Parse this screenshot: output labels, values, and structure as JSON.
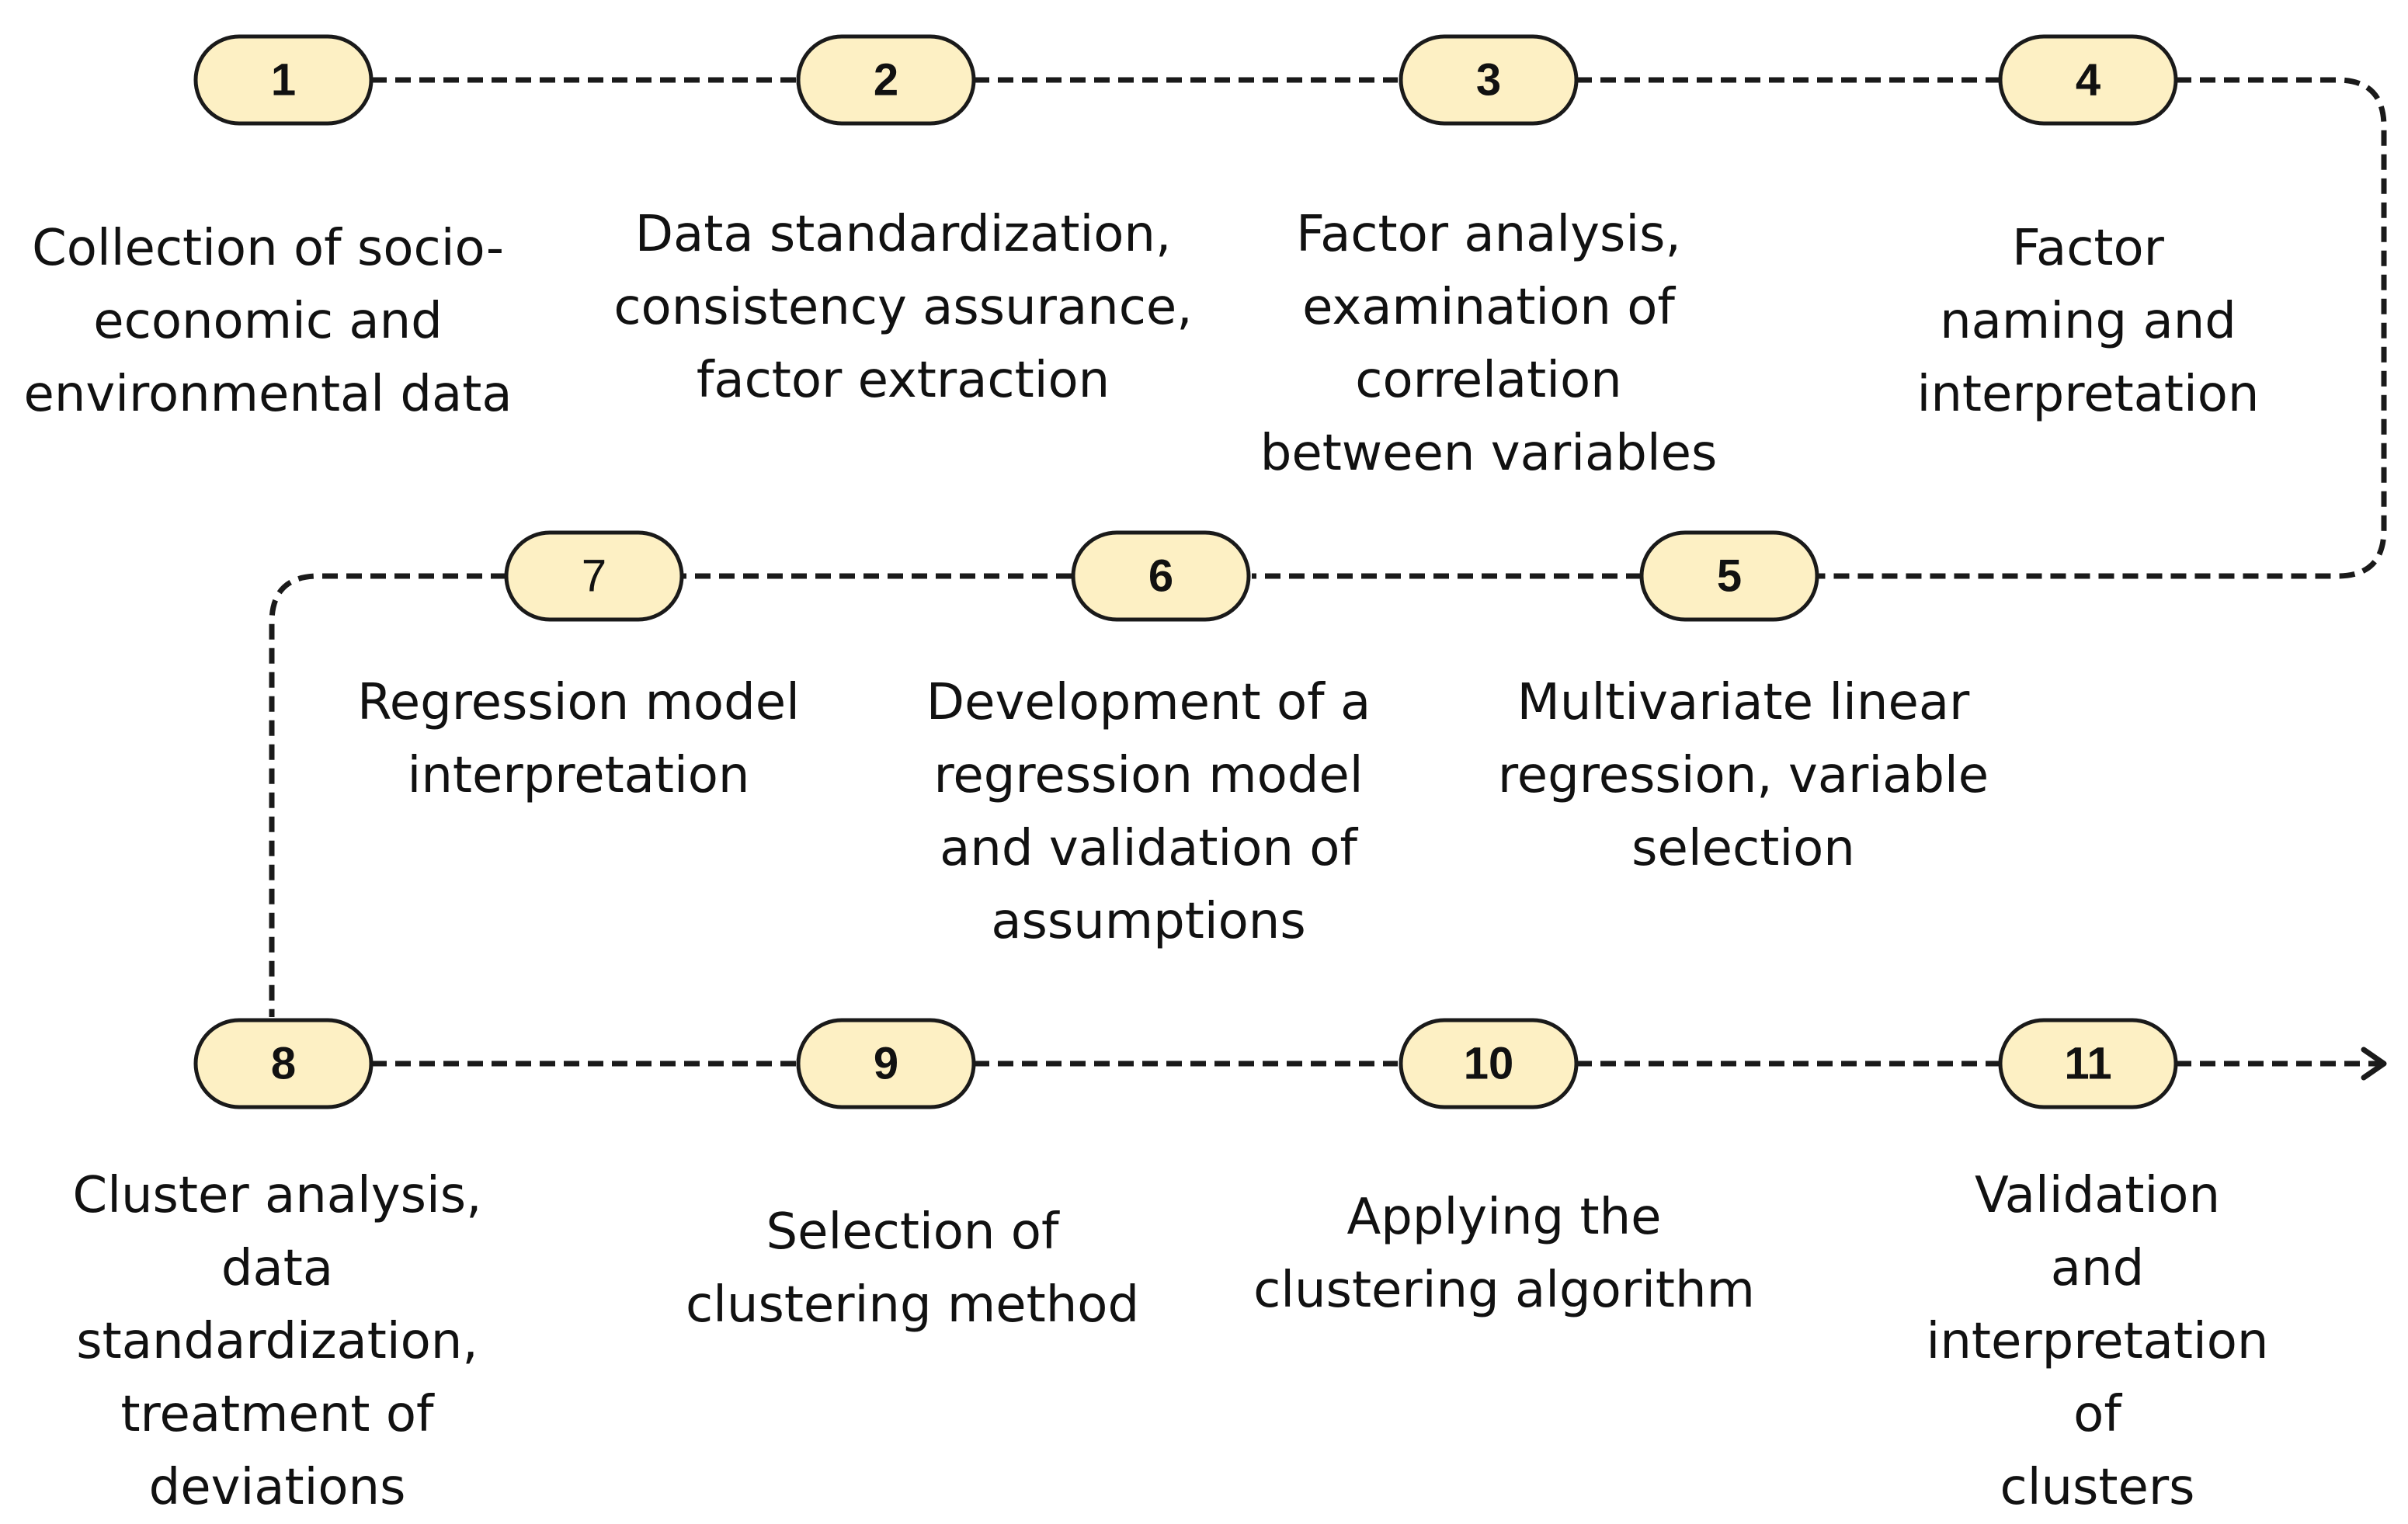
{
  "steps": [
    {
      "number": "1",
      "label": "Collection of socio-\neconomic and\nenvironmental data"
    },
    {
      "number": "2",
      "label": "Data standardization,\nconsistency assurance,\nfactor extraction"
    },
    {
      "number": "3",
      "label": "Factor analysis,\nexamination of\ncorrelation\nbetween variables"
    },
    {
      "number": "4",
      "label": "Factor naming and\ninterpretation"
    },
    {
      "number": "5",
      "label": "Multivariate linear\nregression, variable\nselection"
    },
    {
      "number": "6",
      "label": "Development of a\nregression model\nand validation of\nassumptions"
    },
    {
      "number": "7",
      "label": "Regression model\ninterpretation"
    },
    {
      "number": "8",
      "label": "Cluster analysis,\ndata\nstandardization,\ntreatment of\ndeviations"
    },
    {
      "number": "9",
      "label": "Selection of\nclustering method"
    },
    {
      "number": "10",
      "label": "Applying the\nclustering algorithm"
    },
    {
      "number": "11",
      "label": "Validation and\ninterpretation of\nclusters"
    }
  ],
  "colors": {
    "node_fill": "#fdf0c4",
    "node_stroke": "#1a1a1a",
    "connector": "#1a1a1a"
  }
}
